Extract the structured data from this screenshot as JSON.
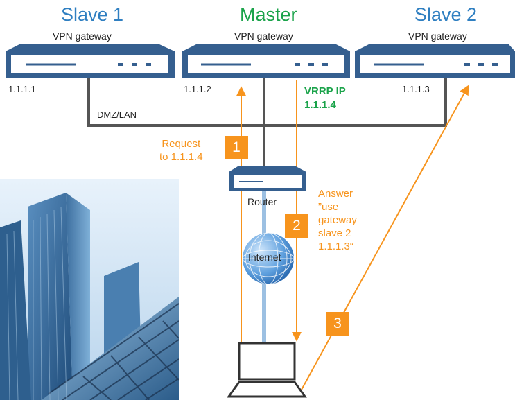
{
  "slave1": {
    "title": "Slave 1",
    "subtitle": "VPN gateway",
    "ip": "1.1.1.1"
  },
  "master": {
    "title": "Master",
    "subtitle": "VPN gateway",
    "ip": "1.1.1.2"
  },
  "slave2": {
    "title": "Slave 2",
    "subtitle": "VPN gateway",
    "ip": "1.1.1.3"
  },
  "network": {
    "dmz_label": "DMZ/LAN"
  },
  "vrrp": {
    "line1": "VRRP IP",
    "line2": "1.1.1.4"
  },
  "router": {
    "label": "Router"
  },
  "internet": {
    "label": "Internet"
  },
  "request": {
    "line1": "Request",
    "line2": "to 1.1.1.4"
  },
  "answer": {
    "line1": "Answer",
    "line2": "”use",
    "line3": "gateway",
    "line4": "slave 2",
    "line5": "1.1.1.3“"
  },
  "steps": [
    "1",
    "2",
    "3"
  ],
  "colors": {
    "title_blue": "#2f7fc1",
    "master_green": "#1aa34a",
    "accent_orange": "#f7941d",
    "device_blue": "#355f8f"
  }
}
